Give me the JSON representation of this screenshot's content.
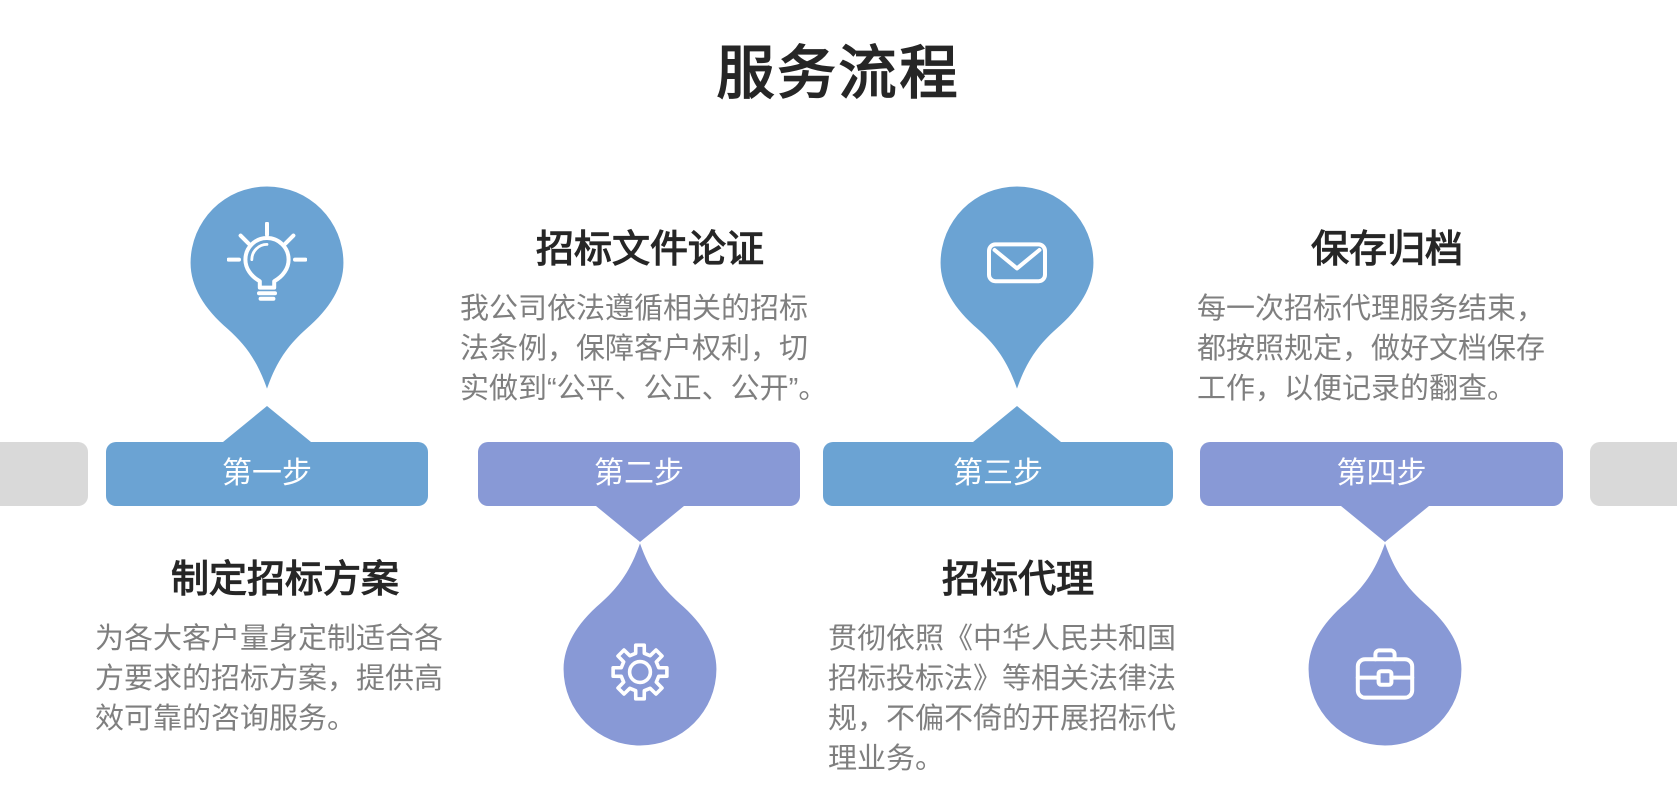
{
  "title": "服务流程",
  "colors": {
    "step_blue": "#6ba3d3",
    "step_purple": "#8899d6",
    "stub_gray": "#d9d9d9",
    "heading_text": "#262626",
    "body_text": "#7f7f7f",
    "icon_stroke": "#ffffff"
  },
  "steps": [
    {
      "label": "第一步",
      "variant": "blue",
      "marker": "pin-down",
      "icon": "lightbulb-icon",
      "card_position": "below",
      "card_title": "制定招标方案",
      "card_desc": "为各大客户量身定制适合各\n方要求的招标方案，提供高\n效可靠的咨询服务。"
    },
    {
      "label": "第二步",
      "variant": "purple",
      "marker": "drop-up",
      "icon": "gear-icon",
      "card_position": "above",
      "card_title": "招标文件论证",
      "card_desc": "我公司依法遵循相关的招标\n法条例，保障客户权利，切\n实做到“公平、公正、公开”。"
    },
    {
      "label": "第三步",
      "variant": "blue",
      "marker": "pin-down",
      "icon": "envelope-icon",
      "card_position": "below",
      "card_title": "招标代理",
      "card_desc": "贯彻依照《中华人民共和国\n招标投标法》等相关法律法\n规，不偏不倚的开展招标代\n理业务。"
    },
    {
      "label": "第四步",
      "variant": "purple",
      "marker": "drop-up",
      "icon": "briefcase-icon",
      "card_position": "above",
      "card_title": "保存归档",
      "card_desc": "每一次招标代理服务结束，\n都按照规定，做好文档保存\n工作，以便记录的翻查。"
    }
  ]
}
